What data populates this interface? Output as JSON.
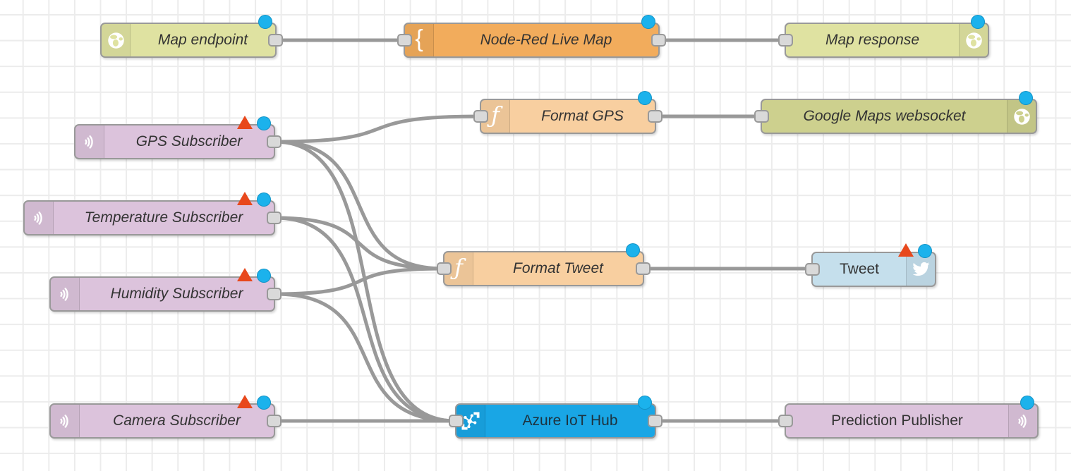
{
  "app": {
    "title": "Node-RED flow workspace"
  },
  "colors": {
    "background": "#ffffff",
    "grid_line": "#ececec",
    "wire": "#999999",
    "port_fill": "#d9d9d9",
    "port_border": "#999999",
    "status_changed_dot": "#1bb2ec",
    "status_error_triangle": "#e8481c",
    "label_text": "#333333"
  },
  "nodes": [
    {
      "id": "map-endpoint",
      "label": "Map endpoint",
      "color": "#dfe2a1",
      "icon": "globe-icon",
      "icon_side": "left",
      "italic": true,
      "badges": [
        "changed-dot"
      ],
      "ports": [
        "out"
      ]
    },
    {
      "id": "node-red-live-map",
      "label": "Node-Red Live Map",
      "color": "#f2ac5c",
      "icon": "curly-brace-icon",
      "icon_side": "left",
      "italic": true,
      "badges": [
        "changed-dot"
      ],
      "ports": [
        "in",
        "out"
      ]
    },
    {
      "id": "map-response",
      "label": "Map response",
      "color": "#dfe2a1",
      "icon": "globe-icon",
      "icon_side": "right",
      "italic": true,
      "badges": [
        "changed-dot"
      ],
      "ports": [
        "in"
      ]
    },
    {
      "id": "gps-subscriber",
      "label": "GPS Subscriber",
      "color": "#dcc3dc",
      "icon": "sound-wave-icon",
      "icon_side": "left",
      "italic": true,
      "badges": [
        "error-triangle",
        "changed-dot"
      ],
      "ports": [
        "out"
      ]
    },
    {
      "id": "format-gps",
      "label": "Format GPS",
      "color": "#f8cfa0",
      "icon": "function-icon",
      "icon_side": "left",
      "italic": true,
      "badges": [
        "changed-dot"
      ],
      "ports": [
        "in",
        "out"
      ]
    },
    {
      "id": "google-maps-websocket",
      "label": "Google Maps websocket",
      "color": "#cdd08e",
      "icon": "globe-icon",
      "icon_side": "right",
      "italic": true,
      "badges": [
        "changed-dot"
      ],
      "ports": [
        "in"
      ]
    },
    {
      "id": "temperature-subscriber",
      "label": "Temperature Subscriber",
      "color": "#dcc3dc",
      "icon": "sound-wave-icon",
      "icon_side": "left",
      "italic": true,
      "badges": [
        "error-triangle",
        "changed-dot"
      ],
      "ports": [
        "out"
      ]
    },
    {
      "id": "format-tweet",
      "label": "Format Tweet",
      "color": "#f8cfa0",
      "icon": "function-icon",
      "icon_side": "left",
      "italic": true,
      "badges": [
        "changed-dot"
      ],
      "ports": [
        "in",
        "out"
      ]
    },
    {
      "id": "tweet",
      "label": "Tweet",
      "color": "#c5dfec",
      "icon": "twitter-bird-icon",
      "icon_side": "right",
      "italic": false,
      "badges": [
        "error-triangle",
        "changed-dot"
      ],
      "ports": [
        "in"
      ]
    },
    {
      "id": "humidity-subscriber",
      "label": "Humidity Subscriber",
      "color": "#dcc3dc",
      "icon": "sound-wave-icon",
      "icon_side": "left",
      "italic": true,
      "badges": [
        "error-triangle",
        "changed-dot"
      ],
      "ports": [
        "out"
      ]
    },
    {
      "id": "camera-subscriber",
      "label": "Camera Subscriber",
      "color": "#dcc3dc",
      "icon": "sound-wave-icon",
      "icon_side": "left",
      "italic": true,
      "badges": [
        "error-triangle",
        "changed-dot"
      ],
      "ports": [
        "out"
      ]
    },
    {
      "id": "azure-iot-hub",
      "label": "Azure IoT Hub",
      "color": "#19a6e5",
      "icon": "azure-hub-icon",
      "icon_side": "left",
      "italic": false,
      "badges": [
        "changed-dot"
      ],
      "text_color": "#1d333f",
      "ports": [
        "in",
        "out"
      ]
    },
    {
      "id": "prediction-publisher",
      "label": "Prediction Publisher",
      "color": "#dcc3dc",
      "icon": "sound-wave-icon",
      "icon_side": "right",
      "italic": false,
      "badges": [
        "changed-dot"
      ],
      "ports": [
        "in"
      ]
    }
  ],
  "wires": [
    {
      "from": "map-endpoint",
      "to": "node-red-live-map"
    },
    {
      "from": "node-red-live-map",
      "to": "map-response"
    },
    {
      "from": "gps-subscriber",
      "to": "format-gps"
    },
    {
      "from": "gps-subscriber",
      "to": "format-tweet"
    },
    {
      "from": "gps-subscriber",
      "to": "azure-iot-hub"
    },
    {
      "from": "temperature-subscriber",
      "to": "format-tweet"
    },
    {
      "from": "temperature-subscriber",
      "to": "azure-iot-hub"
    },
    {
      "from": "humidity-subscriber",
      "to": "format-tweet"
    },
    {
      "from": "humidity-subscriber",
      "to": "azure-iot-hub"
    },
    {
      "from": "camera-subscriber",
      "to": "azure-iot-hub"
    },
    {
      "from": "format-gps",
      "to": "google-maps-websocket"
    },
    {
      "from": "format-tweet",
      "to": "tweet"
    },
    {
      "from": "azure-iot-hub",
      "to": "prediction-publisher"
    }
  ]
}
